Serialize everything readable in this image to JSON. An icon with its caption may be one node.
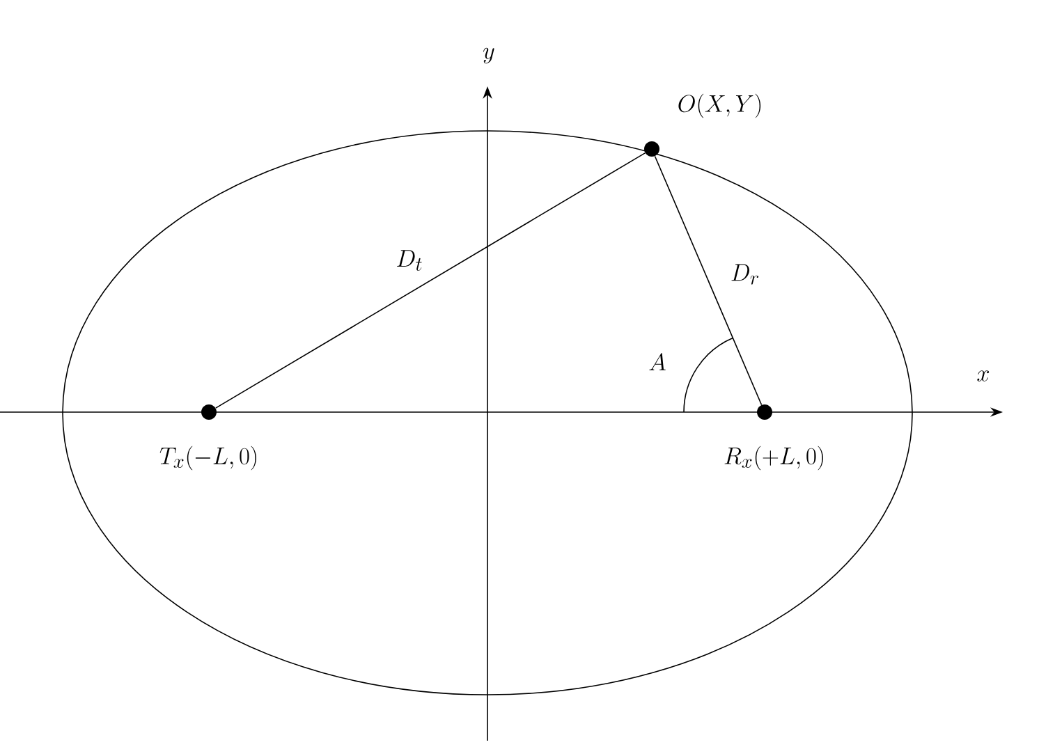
{
  "diagram": {
    "nodes": [
      {
        "text": [
          "T_x(-L,0)"
        ]
      },
      {
        "text": [
          "O(X,Y)"
        ]
      },
      {
        "text": [
          "R_x(+L,0)"
        ]
      }
    ],
    "edges": [
      {
        "from": 0,
        "to": 1,
        "arrow": "none",
        "label": "D_t"
      },
      {
        "from": 1,
        "to": 2,
        "arrow": "none",
        "label": "D_r"
      }
    ],
    "labels": [
      "y",
      "x",
      "A"
    ]
  }
}
